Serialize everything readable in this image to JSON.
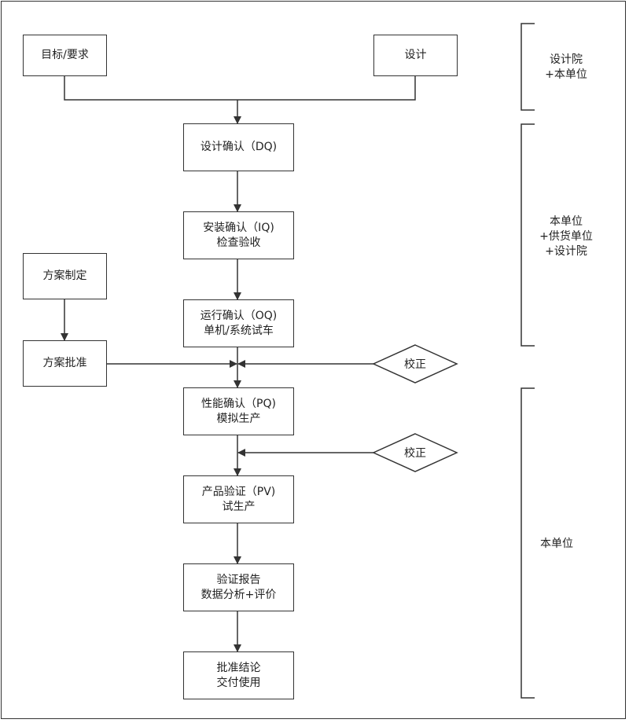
{
  "nodes": {
    "goal": "目标/要求",
    "design": "设计",
    "dq": {
      "line1": "设计确认（DQ)"
    },
    "iq": {
      "line1": "安装确认（IQ)",
      "line2": "检查验收"
    },
    "oq": {
      "line1": "运行确认（OQ)",
      "line2": "单机/系统试车"
    },
    "pq": {
      "line1": "性能确认（PQ)",
      "line2": "模拟生产"
    },
    "pv": {
      "line1": "产品验证（PV)",
      "line2": "试生产"
    },
    "report": {
      "line1": "验证报告",
      "line2": "数据分析+评价"
    },
    "approval": {
      "line1": "批准结论",
      "line2": "交付使用"
    },
    "plan": "方案制定",
    "plan_approve": "方案批准"
  },
  "calibration": {
    "first": "校正",
    "second": "校正"
  },
  "responsibility": {
    "design_phase": {
      "line1": "设计院",
      "line2": "+本单位"
    },
    "install_phase": {
      "line1": "本单位",
      "line2": "+供货单位",
      "line3": "+设计院"
    },
    "performance_phase": {
      "line1": "本单位"
    }
  },
  "colors": {
    "line": "#333333",
    "text": "#222222",
    "background": "#ffffff"
  }
}
